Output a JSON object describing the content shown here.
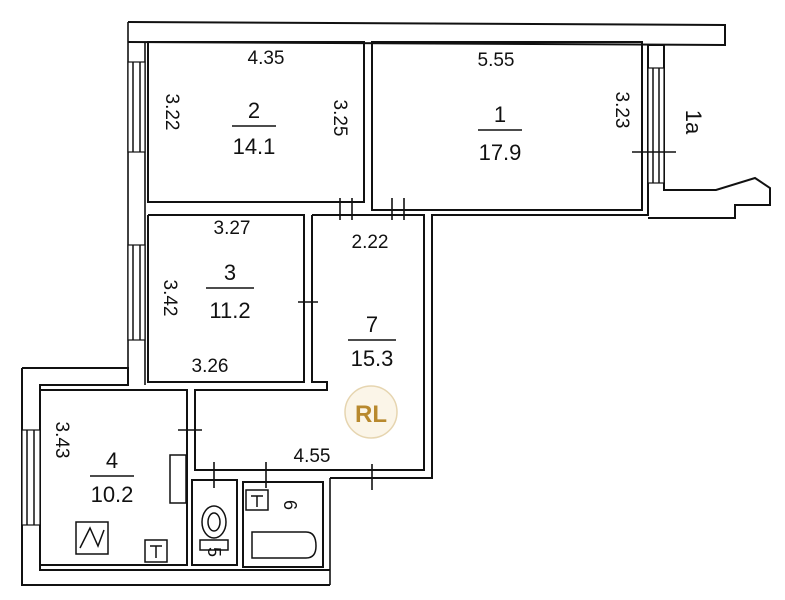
{
  "rooms": {
    "r1": {
      "number": "1",
      "area": "17.9",
      "dims": {
        "width": "5.55",
        "height": "3.23"
      }
    },
    "r1a": {
      "number": "1a"
    },
    "r2": {
      "number": "2",
      "area": "14.1",
      "dims": {
        "width": "4.35",
        "left": "3.22",
        "right": "3.25"
      }
    },
    "r3": {
      "number": "3",
      "area": "11.2",
      "dims": {
        "top": "3.27",
        "bottom": "3.26",
        "left": "3.42"
      }
    },
    "r4": {
      "number": "4",
      "area": "10.2",
      "dims": {
        "left": "3.43"
      }
    },
    "r5": {
      "number": "5"
    },
    "r6": {
      "number": "6"
    },
    "r7": {
      "number": "7",
      "area": "15.3",
      "dims": {
        "top": "2.22",
        "bottom": "4.55"
      }
    }
  },
  "logo": {
    "text": "RL",
    "color": "#b8892e"
  }
}
